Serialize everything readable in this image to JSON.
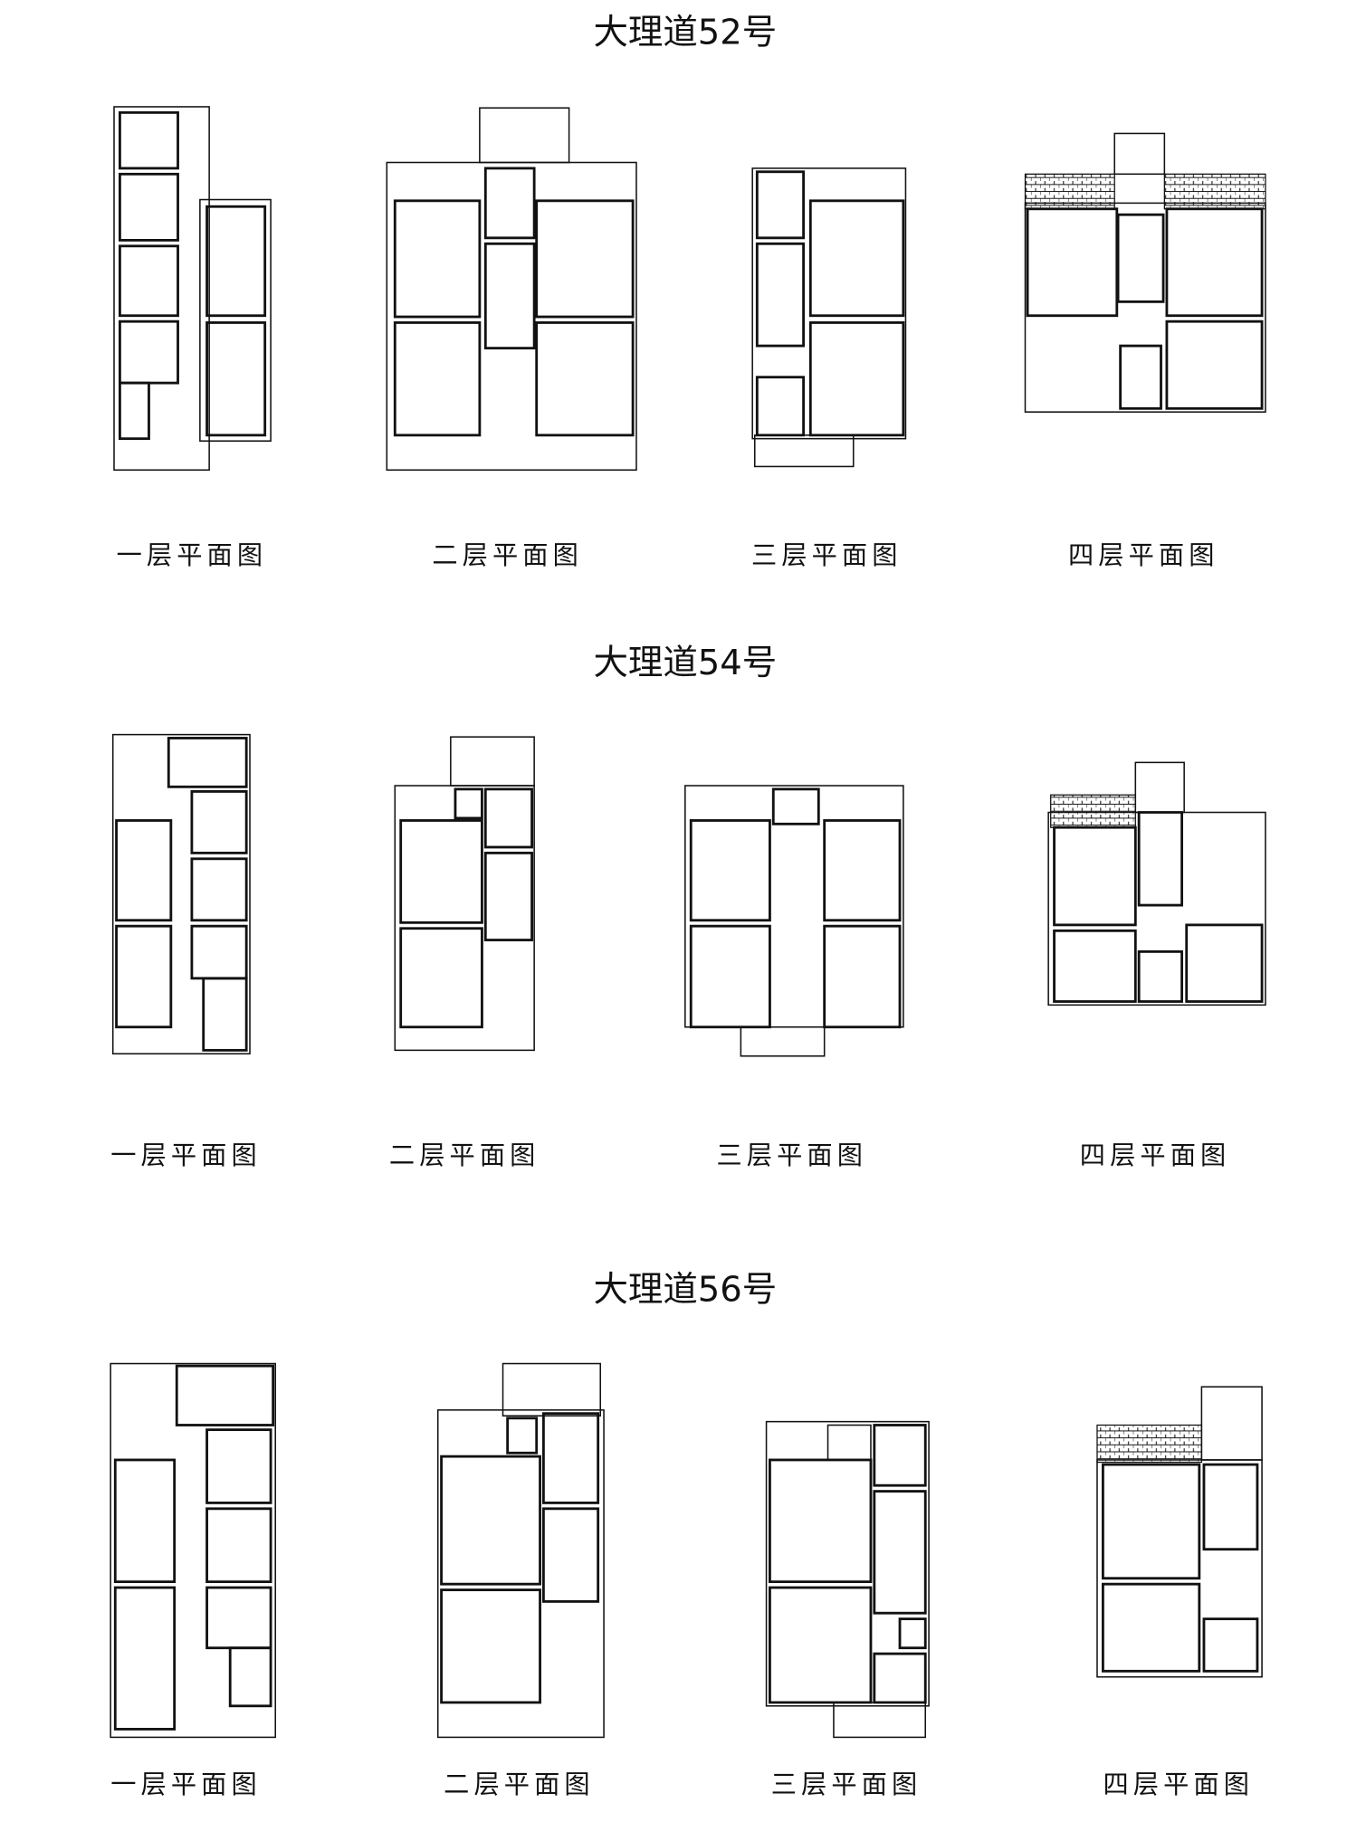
{
  "sections": [
    {
      "title": "大理道52号",
      "labels": [
        "一层平面图",
        "二层平面图",
        "三层平面图",
        "四层平面图"
      ]
    },
    {
      "title": "大理道54号",
      "labels": [
        "一层平面图",
        "二层平面图",
        "三层平面图",
        "四层平面图"
      ]
    },
    {
      "title": "大理道56号",
      "labels": [
        "一层平面图",
        "二层平面图",
        "三层平面图",
        "四层平面图"
      ]
    }
  ]
}
